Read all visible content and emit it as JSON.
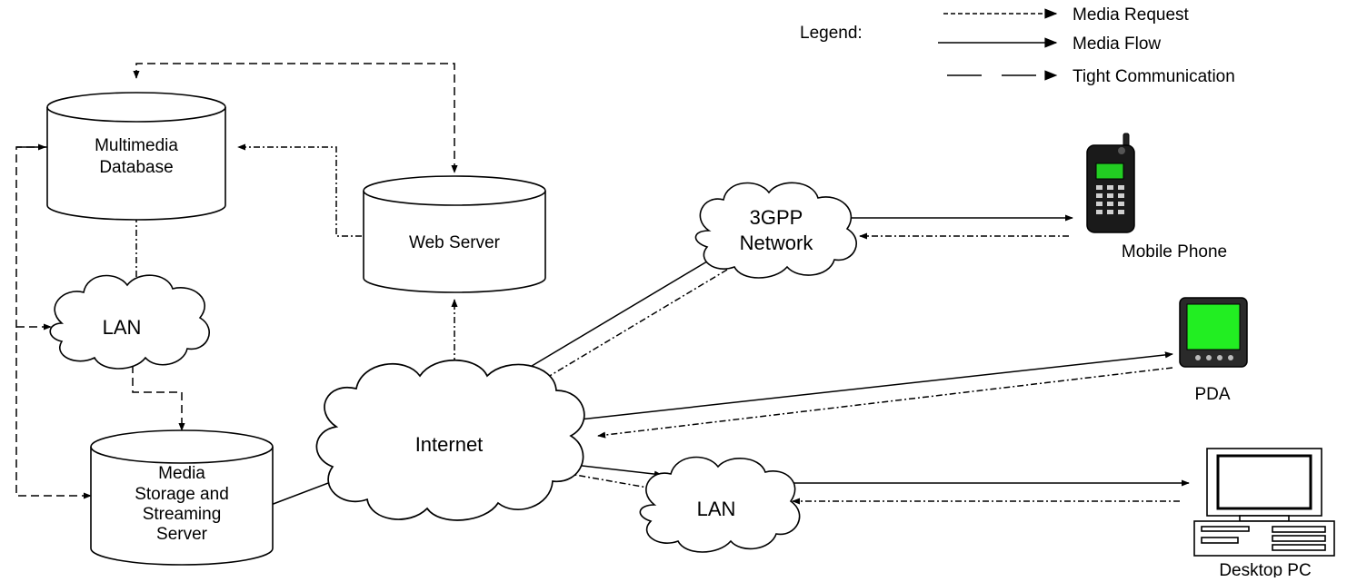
{
  "legend": {
    "title": "Legend:",
    "media_request": "Media Request",
    "media_flow": "Media Flow",
    "tight_communication": "Tight Communication"
  },
  "nodes": {
    "multimedia_database": [
      "Multimedia",
      "Database"
    ],
    "web_server": "Web Server",
    "lan_left": "LAN",
    "media_server": [
      "Media",
      "Storage and",
      "Streaming",
      "Server"
    ],
    "internet": "Internet",
    "network_3gpp": [
      "3GPP",
      "Network"
    ],
    "lan_right": "LAN",
    "mobile_phone": "Mobile Phone",
    "pda": "PDA",
    "desktop_pc": "Desktop PC"
  },
  "colors": {
    "pda_screen": "#22ee22",
    "phone_screen": "#22cc22",
    "ink": "#000000"
  }
}
